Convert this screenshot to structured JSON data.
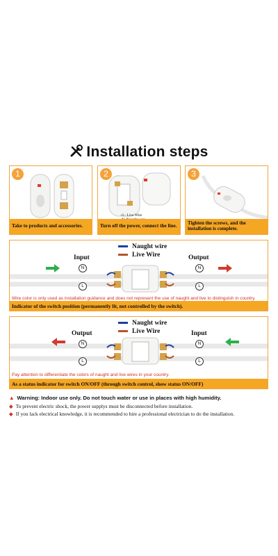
{
  "title": "Installation steps",
  "steps": [
    {
      "num": "1",
      "caption": "Take to products and accessories."
    },
    {
      "num": "2",
      "caption": "Turn off the power, connect the line.",
      "tag_l": "+L: Live Wire",
      "tag_n": "-N: Naught wire"
    },
    {
      "num": "3",
      "caption": "Tighten the screws, and the installation is complete."
    }
  ],
  "panel1": {
    "legend_naught": "Naught wire",
    "legend_live": "Live Wire",
    "left_label": "Input",
    "right_label": "Output",
    "term_n": "N",
    "term_l": "L",
    "note": "Wire color is only used as installation guidance and does not represent the use of naught and live to distinguish in country.",
    "bar": "Indicator of the switch position (permanently lit, not controlled by the switch)."
  },
  "panel2": {
    "legend_naught": "Naught wire",
    "legend_live": "Live Wire",
    "left_label": "Output",
    "right_label": "Input",
    "term_n": "N",
    "term_l": "L",
    "note": "Pay attention to differentiate the colors of naught and live wires in your country.",
    "bar": "As a status indicator for switch ON/OFF (through switch control, show status ON/OFF)"
  },
  "warnings": {
    "main": "Warning: Indoor use only. Do not touch water or use in places with high humidity.",
    "b1": "To prevent electric shock, the power supplys must be disconnected before installation.",
    "b2": "If you lack electrical knowledge, it is recommended to hire a professional electrician to do the installation."
  },
  "colors": {
    "accent": "#f5a623",
    "naught": "#1f3f99",
    "live": "#b5552a",
    "arrow_green": "#2bb04a",
    "arrow_red": "#d23a2f",
    "warn_red": "#d0302a"
  }
}
